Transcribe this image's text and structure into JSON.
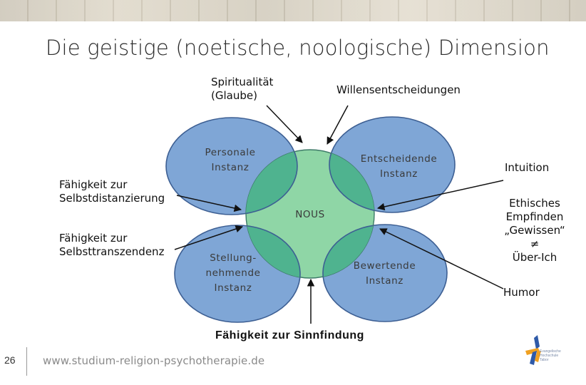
{
  "title": "Die geistige (noetische, noologische) Dimension",
  "labels": {
    "spiritualitaet": [
      "Spiritualität",
      "(Glaube)"
    ],
    "willensentscheidungen": "Willensentscheidungen",
    "selbstdistanzierung": [
      "Fähigkeit zur",
      "Selbstdistanzierung"
    ],
    "selbsttranszendenz": [
      "Fähigkeit zur",
      "Selbsttranszendenz"
    ],
    "intuition": "Intuition",
    "ethisches": [
      "Ethisches",
      "Empfinden",
      "„Gewissen“",
      "≠",
      "Über-Ich"
    ],
    "humor": "Humor",
    "sinnfindung": "Fähigkeit zur Sinnfindung"
  },
  "circles": {
    "personale": [
      "Personale",
      "Instanz"
    ],
    "entscheidende": [
      "Entscheidende",
      "Instanz"
    ],
    "stellungnehmende": [
      "Stellung-",
      "nehmende",
      "Instanz"
    ],
    "bewertende": [
      "Bewertende",
      "Instanz"
    ],
    "center": "NOUS"
  },
  "colors": {
    "petal_fill": "#7fa6d6",
    "petal_stroke": "#3d5f93",
    "center_fill": "#8fd6a6",
    "overlap_fill": "#4fb38f"
  },
  "footer": {
    "page_number": "26",
    "url": "www.studium-religion-psychotherapie.de",
    "logo_lines": [
      "Evangelische",
      "Hochschule",
      "Tabor"
    ]
  }
}
